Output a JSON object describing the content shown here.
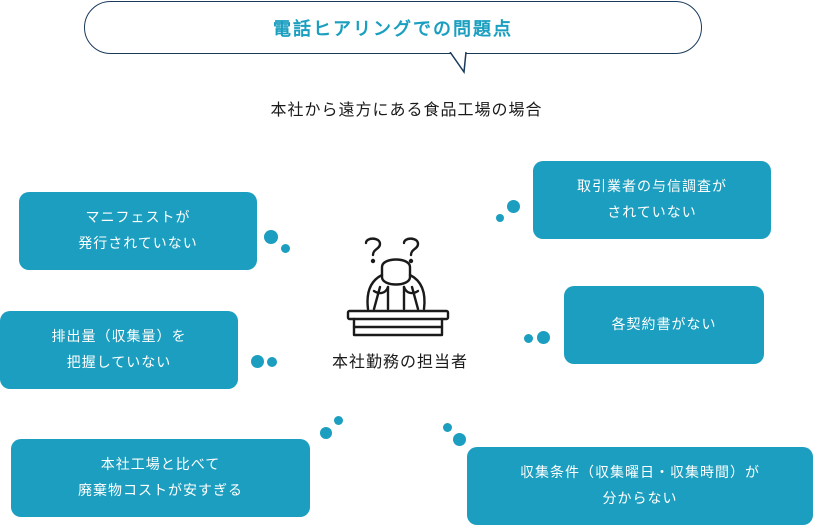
{
  "title": "電話ヒアリングでの問題点",
  "subtitle": "本社から遠方にある食品工場の場合",
  "center_label": "本社勤務の担当者",
  "colors": {
    "accent": "#1b9ebf",
    "title_text": "#1a9fc0",
    "outline": "#1a3a5c"
  },
  "problems": {
    "manifest": {
      "line1": "マニフェストが",
      "line2": "発行されていない"
    },
    "volume": {
      "line1": "排出量（収集量）を",
      "line2": "把握していない"
    },
    "cost": {
      "line1": "本社工場と比べて",
      "line2": "廃棄物コストが安すぎる"
    },
    "credit": {
      "line1": "取引業者の与信調査が",
      "line2": "されていない"
    },
    "contract": {
      "line1": "各契約書がない"
    },
    "collection": {
      "line1": "収集条件（収集曜日・収集時間）が",
      "line2": "分からない"
    }
  }
}
